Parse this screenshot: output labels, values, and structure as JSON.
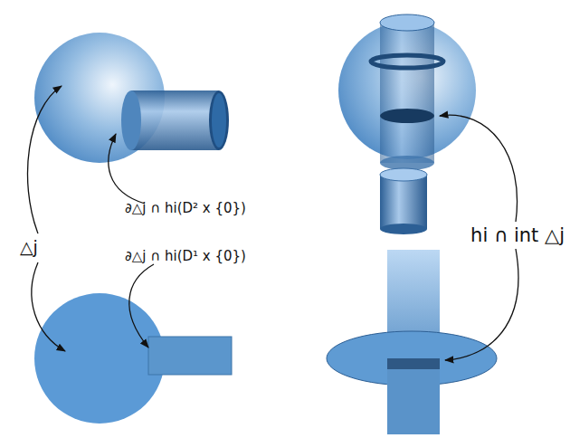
{
  "diagram": {
    "labels": [
      "△j",
      "∂△j ∩ hi(D² x {0})",
      "∂△j ∩ hi(D¹ x {0})",
      "hi ∩ int △j"
    ]
  }
}
